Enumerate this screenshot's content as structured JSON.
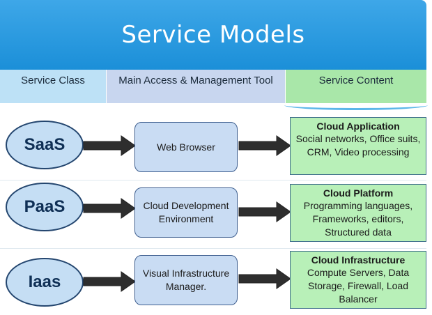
{
  "title": "Service Models",
  "columns": {
    "service_class": "Service Class",
    "tool": "Main Access & Management Tool",
    "content": "Service Content"
  },
  "rows": [
    {
      "class": "SaaS",
      "tool": "Web Browser",
      "content_title": "Cloud Application",
      "content_body": "Social networks, Office suits, CRM, Video processing"
    },
    {
      "class": "PaaS",
      "tool": "Cloud Development Environment",
      "content_title": "Cloud  Platform",
      "content_body": "Programming languages, Frameworks, editors, Structured data"
    },
    {
      "class": "Iaas",
      "tool": "Visual Infrastructure Manager.",
      "content_title": "Cloud Infrastructure",
      "content_body": "Compute Servers, Data Storage, Firewall, Load Balancer"
    }
  ],
  "colors": {
    "banner": "#1b8fd8",
    "oval_fill": "#c5def4",
    "tool_fill": "#c9dcf3",
    "content_fill": "#b8f0b8",
    "arrow": "#2e2e2e"
  }
}
